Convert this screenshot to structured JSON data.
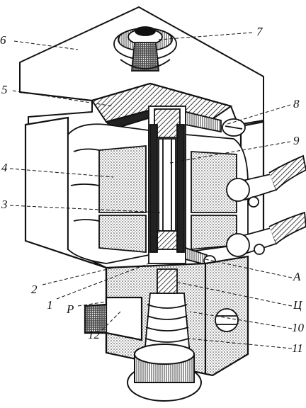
{
  "callouts": [
    {
      "id": "6",
      "text": "6"
    },
    {
      "id": "7",
      "text": "7"
    },
    {
      "id": "5",
      "text": "5"
    },
    {
      "id": "8",
      "text": "8"
    },
    {
      "id": "9",
      "text": "9"
    },
    {
      "id": "4",
      "text": "4"
    },
    {
      "id": "3",
      "text": "3"
    },
    {
      "id": "2",
      "text": "2"
    },
    {
      "id": "1",
      "text": "1"
    },
    {
      "id": "P",
      "text": "P"
    },
    {
      "id": "12",
      "text": "12"
    },
    {
      "id": "A",
      "text": "A"
    },
    {
      "id": "Ц",
      "text": "Ц"
    },
    {
      "id": "10",
      "text": "10"
    },
    {
      "id": "11",
      "text": "11"
    }
  ],
  "colors": {
    "ink": "#111111",
    "paper": "#ffffff",
    "shade": "#9a9a9a"
  }
}
